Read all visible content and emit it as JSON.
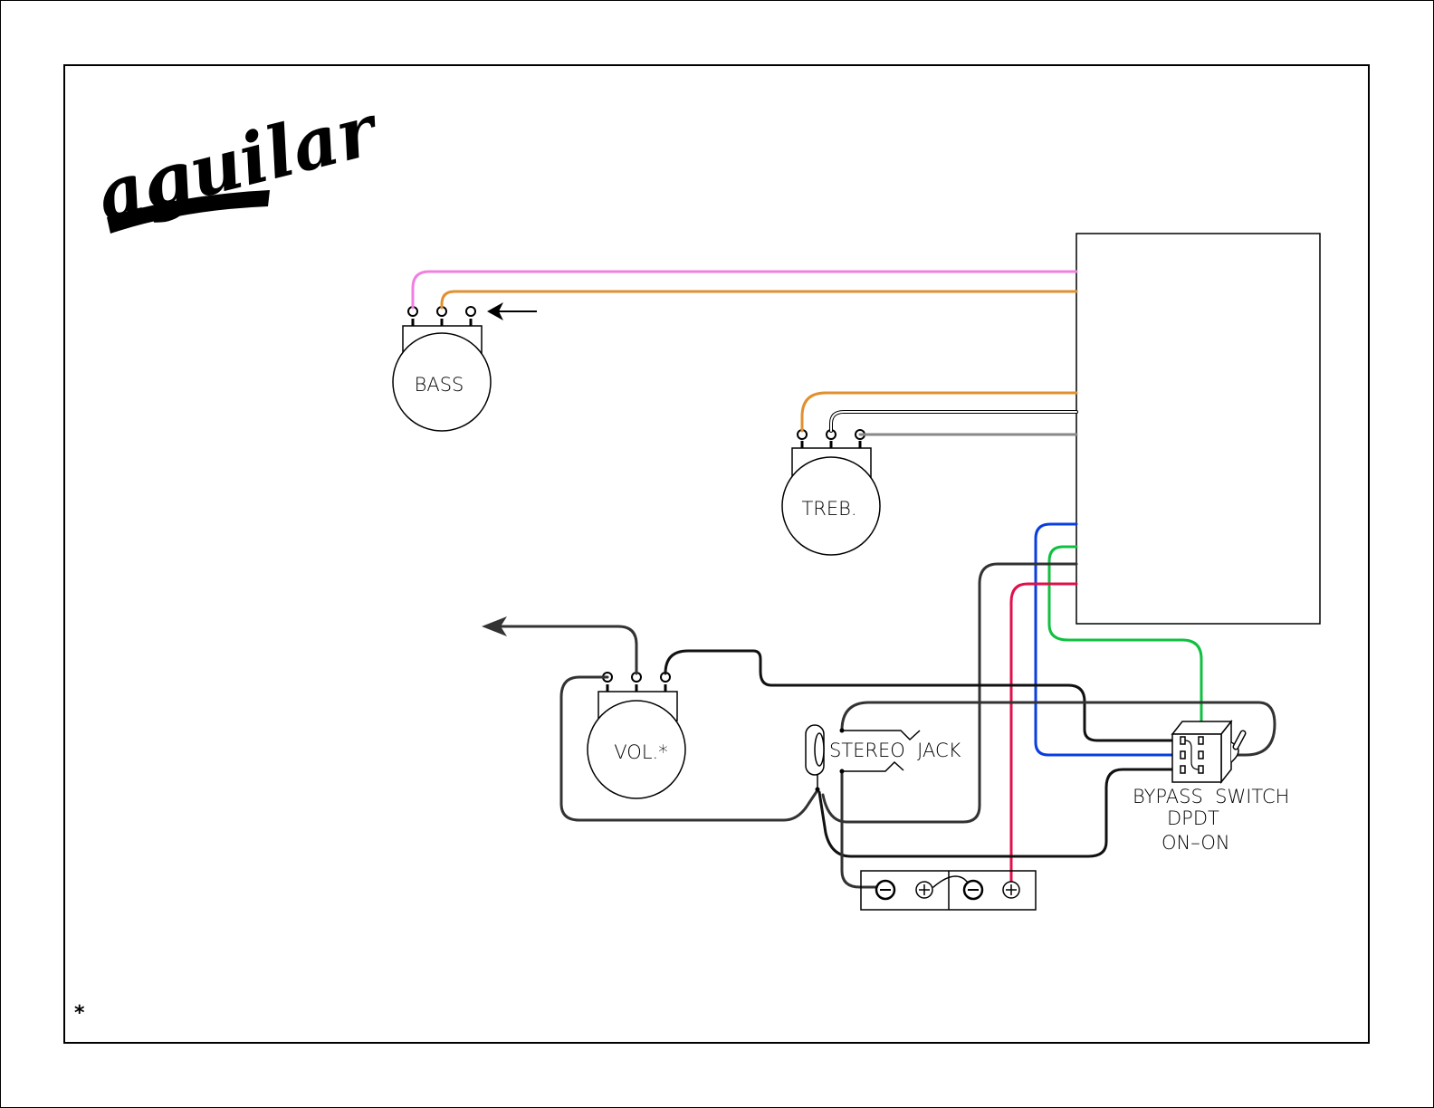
{
  "brand": {
    "logo_text": "aguilar"
  },
  "components": {
    "bass_pot": {
      "label": "BASS"
    },
    "treble_pot": {
      "label": "TREB."
    },
    "volume_pot": {
      "label": "VOL.*"
    },
    "stereo_jack": {
      "label": "STEREO  JACK"
    },
    "bypass_switch": {
      "line1": "BYPASS  SWITCH",
      "line2": "DPDT",
      "line3": "ON–ON"
    },
    "battery": {
      "terminals": [
        "⊖",
        "⊕",
        "⊖",
        "⊕"
      ]
    },
    "preamp_module": {
      "label": ""
    }
  },
  "footnote": {
    "marker": "*"
  },
  "wire_colors": {
    "pink": "#f080e0",
    "orange": "#e09030",
    "white": "#d0d0d0",
    "gray": "#888888",
    "blue": "#0a3ee0",
    "green": "#10c040",
    "black": "#333333",
    "red": "#e0104a"
  }
}
